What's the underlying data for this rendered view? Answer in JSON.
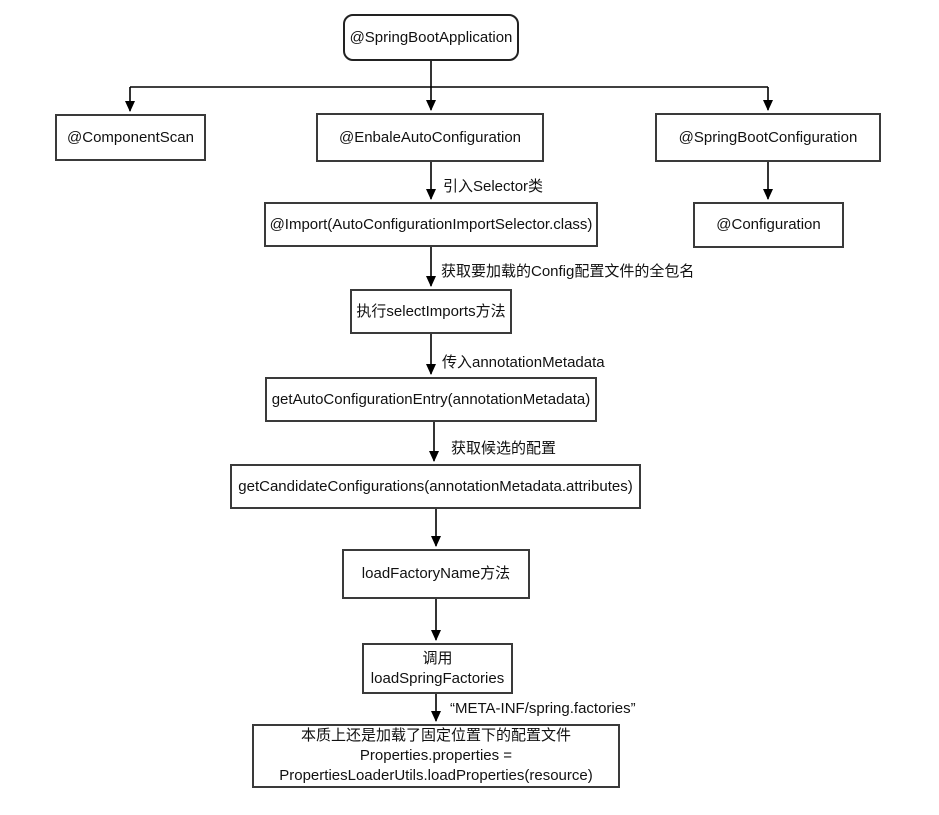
{
  "diagram": {
    "nodes": {
      "springBootApplication": "@SpringBootApplication",
      "componentScan": "@ComponentScan",
      "enableAutoConfiguration": "@EnbaleAutoConfiguration",
      "springBootConfiguration": "@SpringBootConfiguration",
      "configuration": "@Configuration",
      "importSelector": "@Import(AutoConfigurationImportSelector.class)",
      "selectImports": "执行selectImports方法",
      "getAutoConfigurationEntry": "getAutoConfigurationEntry(annotationMetadata)",
      "getCandidateConfigurations": "getCandidateConfigurations(annotationMetadata.attributes)",
      "loadFactoryName": "loadFactoryName方法",
      "loadSpringFactories": {
        "line1": "调用",
        "line2": "loadSpringFactories"
      },
      "essence": {
        "line1": "本质上还是加载了固定位置下的配置文件",
        "line2": "Properties.properties =",
        "line3": "PropertiesLoaderUtils.loadProperties(resource)"
      }
    },
    "edge_labels": {
      "import_selector": "引入Selector类",
      "get_config_fullname": "获取要加载的Config配置文件的全包名",
      "pass_metadata": "传入annotationMetadata",
      "get_candidates": "获取候选的配置",
      "meta_inf": "“META-INF/spring.factories”"
    },
    "colors": {
      "background": "#ffffff",
      "line": "#000000",
      "box_border": "#3a3a3a",
      "text": "#111111"
    }
  }
}
